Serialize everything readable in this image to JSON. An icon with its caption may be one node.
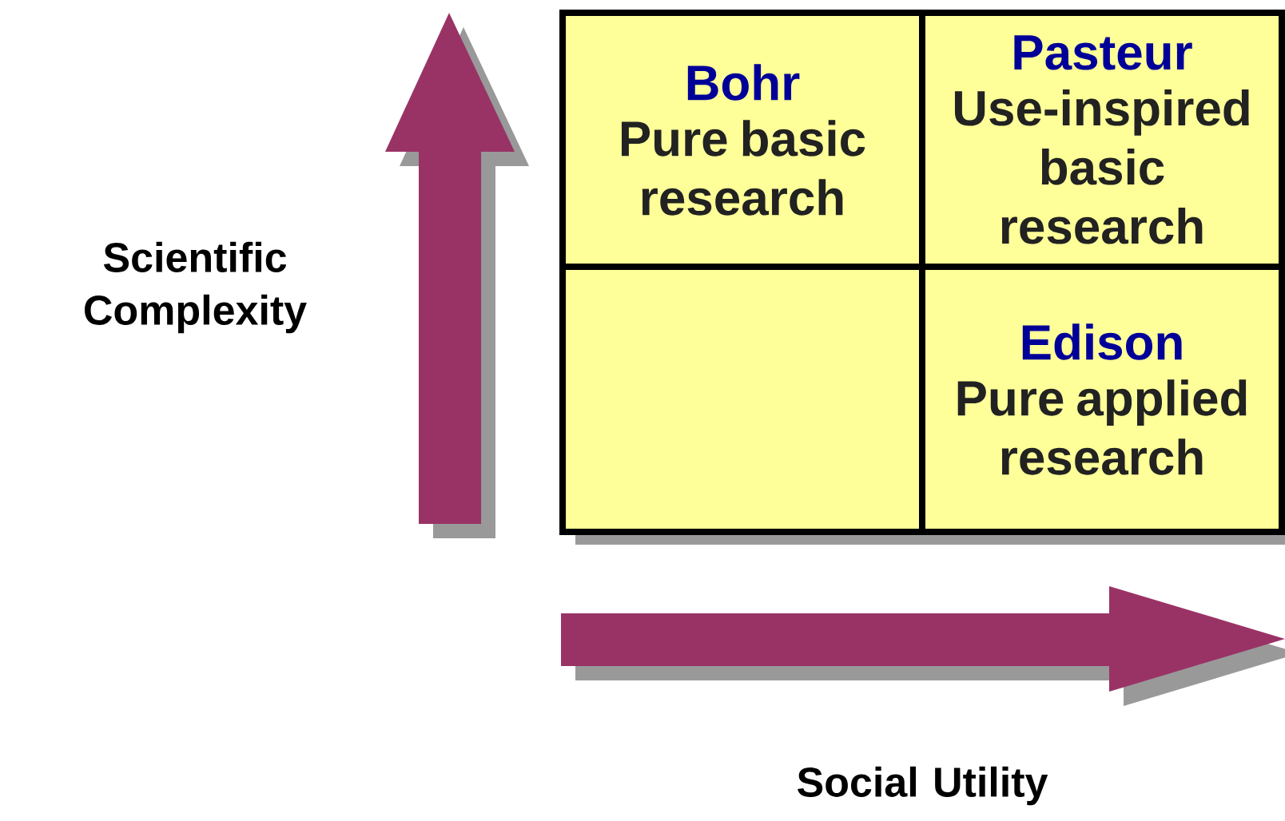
{
  "diagram": {
    "nodes": [
      {
        "text": [
          "Bohr",
          "Pure basic research"
        ]
      },
      {
        "text": [
          "Pasteur",
          "Use-inspired basic research"
        ]
      },
      {
        "text": [],
        "shape": "box"
      },
      {
        "text": [
          "Edison",
          "Pure applied research"
        ]
      }
    ],
    "labels": [
      "Scientific Complexity",
      "Social Utility"
    ]
  }
}
